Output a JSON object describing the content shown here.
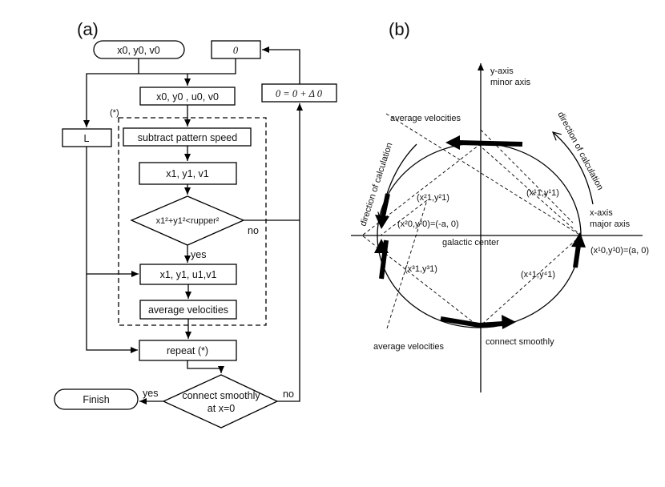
{
  "panel_a": {
    "label": "(a)",
    "start": "x0, y0, v0",
    "theta_box": "0",
    "init": "x0, y0 , u0, v0",
    "theta_update": "0 = 0 + Δ 0",
    "star": "(*)",
    "L": "L",
    "subtract": "subtract pattern speed",
    "xy1": "x1, y1, v1",
    "cond": "x1²+y1²<rupper²",
    "no1": "no",
    "yes1": "yes",
    "xyuv1": "x1, y1, u1,v1",
    "avg": "average velocities",
    "repeat": "repeat (*)",
    "connect_l1": "connect smoothly",
    "connect_l2": "at x=0",
    "yes2": "yes",
    "no2": "no",
    "finish": "Finish"
  },
  "panel_b": {
    "label": "(b)",
    "y_axis_1": "y-axis",
    "y_axis_2": "minor axis",
    "x_axis_1": "x-axis",
    "x_axis_2": "major axis",
    "galactic_center": "galactic center",
    "avg_top": "average velocities",
    "avg_bottom": "average velocities",
    "dir_left": "direction of calculation",
    "dir_right": "direction of calculation",
    "p21": "(x²1,y²1)",
    "p11": "(x¹1,y¹1)",
    "p20": "(x²0,y²0)=(-a, 0)",
    "p10": "(x¹0,y¹0)=(a, 0)",
    "p31": "(x³1,y³1)",
    "p41": "(x⁴1,y⁴1)",
    "connect": "connect  smoothly"
  }
}
